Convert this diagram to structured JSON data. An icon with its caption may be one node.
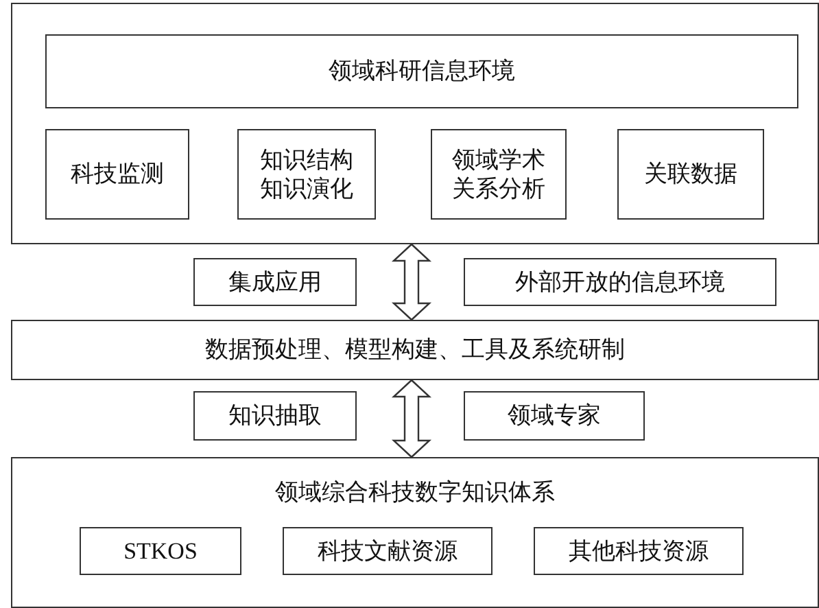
{
  "diagram": {
    "nodes": [
      {
        "text": [],
        "shape": "box"
      },
      {
        "text": [
          "领域科研信息环境"
        ],
        "in": 0
      },
      {
        "text": [
          "科技监测"
        ],
        "in": 0
      },
      {
        "text": [
          "知识结构",
          "知识演化"
        ],
        "in": 0
      },
      {
        "text": [
          "领域学术关系分析"
        ],
        "in": 0
      },
      {
        "text": [
          "关联数据"
        ],
        "in": 0
      },
      {
        "text": [
          "集成应用"
        ]
      },
      {
        "text": [
          "外部开放的信息环境"
        ]
      },
      {
        "text": [
          "数据预处理、模型构建、工具及系统研制"
        ]
      },
      {
        "text": [
          "知识抽取"
        ]
      },
      {
        "text": [
          "领域专家"
        ]
      },
      {
        "text": [
          "领域综合科技数字知识体系"
        ]
      },
      {
        "text": [
          "STKOS"
        ],
        "in": 11
      },
      {
        "text": [
          "科技文献资源"
        ],
        "in": 11
      },
      {
        "text": [
          "其他科技资源"
        ],
        "in": 11
      }
    ],
    "edges": [
      {
        "from": 0,
        "to": 8,
        "arrow": "both"
      },
      {
        "from": 8,
        "to": 11,
        "arrow": "both"
      }
    ]
  }
}
